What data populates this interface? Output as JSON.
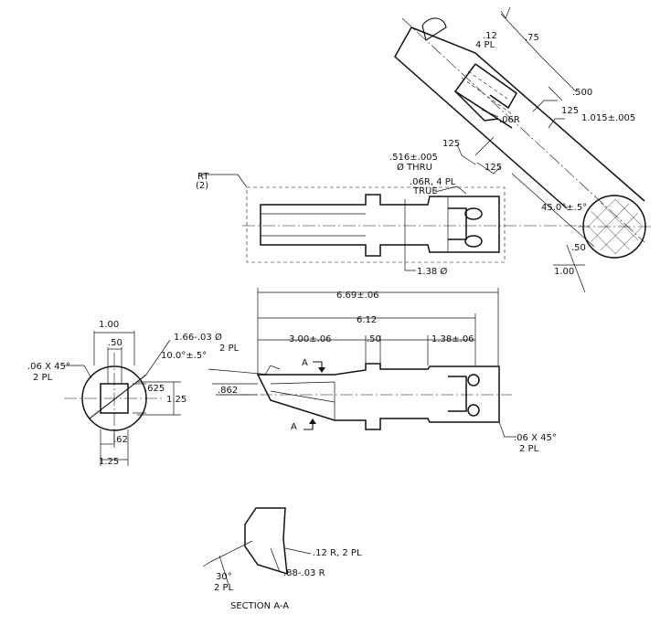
{
  "dims": {
    "top_12": ".12",
    "top_4pl": "4 PL",
    "top_75": ".75",
    "top_500": ".500",
    "top_125a": "125",
    "top_1015": "1.015±.005",
    "top_06r": ".06R",
    "top_125b": "125",
    "top_516": ".516±.005",
    "top_thru": "Ø THRU",
    "top_125c": "125",
    "top_45": "45.0°±.5°",
    "top_50": ".50",
    "top_100": "1.00",
    "plan_rt": "RT",
    "plan_2": "(2)",
    "plan_06r4pl": ".06R, 4 PL",
    "plan_true": "TRUE",
    "plan_138": "1.38 Ø",
    "side_669": "6.69±.06",
    "side_612": "6.12",
    "side_300": "3.00±.06",
    "side_50": ".50",
    "side_138": "1.38±.06",
    "side_10": "10.0°±.5°",
    "side_862": ".862",
    "side_a1": "A",
    "side_a2": "A",
    "side_06x45": ".06 X 45°",
    "side_2pl": "2 PL",
    "end_100": "1.00",
    "end_50": ".50",
    "end_166": "1.66-.03 Ø",
    "end_166_2pl": "2 PL",
    "end_06x45": ".06 X 45°",
    "end_2pl": "2 PL",
    "end_625": ".625",
    "end_125": "1.25",
    "end_62": ".62",
    "end_125b": "1.25",
    "sec_12r": ".12 R, 2 PL",
    "sec_88": ".88-.03 R",
    "sec_30": "30°",
    "sec_2pl": "2 PL",
    "sec_title": "SECTION   A-A"
  }
}
